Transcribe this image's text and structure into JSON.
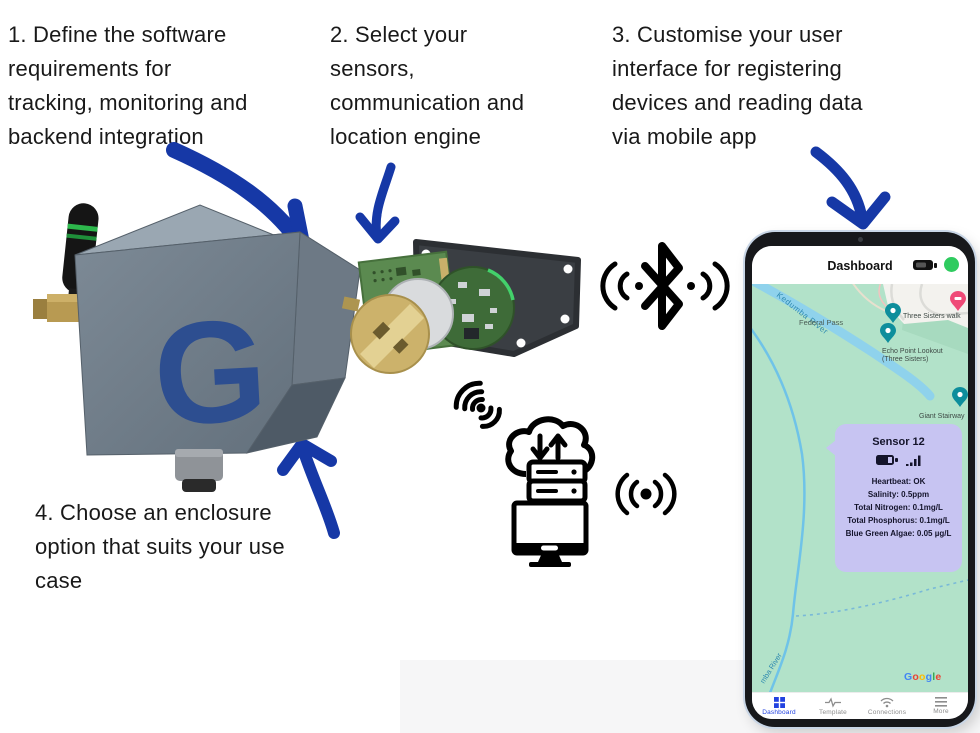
{
  "steps": [
    {
      "text": "1. Define the software requirements for tracking, monitoring and backend integration"
    },
    {
      "text": "2. Select your sensors, communication and location engine"
    },
    {
      "text": "3. Customise your user interface for registering devices and reading data via mobile app"
    },
    {
      "text": "4. Choose an enclosure option that suits your use case"
    }
  ],
  "device": {
    "logo_letter": "G"
  },
  "icons": {
    "bluetooth": "bluetooth-with-waves",
    "wifi_diagonal": "radio-waves",
    "cloud_server": "cloud-data-sync-server",
    "broadcast": "antenna-broadcast",
    "monitor": "desktop-monitor"
  },
  "phone": {
    "header": {
      "title": "Dashboard"
    },
    "map": {
      "river_label": "Kedumba River",
      "river_label_bottom": "mba River",
      "labels": {
        "federal_pass": "Federal Pass",
        "three_sisters_walk": "Three Sisters walk",
        "echo_point_line1": "Echo Point Lookout",
        "echo_point_line2": "(Three Sisters)",
        "giant_stairway": "Giant Stairway"
      },
      "watermark": [
        "G",
        "o",
        "o",
        "g",
        "l",
        "e"
      ]
    },
    "sensor_card": {
      "title": "Sensor 12",
      "readings": [
        "Heartbeat: OK",
        "Salinity: 0.5ppm",
        "Total Nitrogen: 0.1mg/L",
        "Total Phosphorus: 0.1mg/L",
        "Blue Green Algae: 0.05 µg/L"
      ]
    },
    "nav": [
      {
        "label": "Dashboard",
        "icon": "grid-icon",
        "active": true
      },
      {
        "label": "Template",
        "icon": "waveform-icon",
        "active": false
      },
      {
        "label": "Connections",
        "icon": "wifi-icon",
        "active": false
      },
      {
        "label": "More",
        "icon": "menu-icon",
        "active": false
      }
    ]
  },
  "colors": {
    "arrow_blue": "#1638a6",
    "logo_blue": "#2d4e90",
    "map_green": "#b2e2c9",
    "river_blue": "#8fd2ec",
    "card_lavender": "#c7c4f2",
    "pin_teal": "#0d8e9c",
    "pin_pink": "#ef4a77",
    "nav_active_blue": "#2242e0",
    "status_green": "#2fcb5f"
  }
}
